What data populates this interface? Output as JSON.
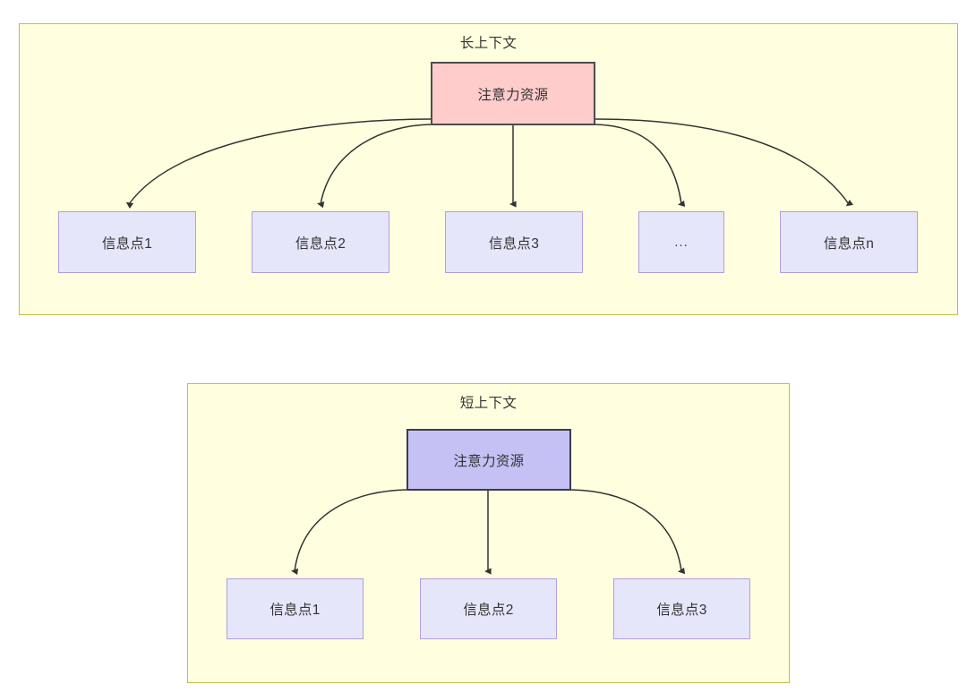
{
  "diagram": {
    "type": "flowchart",
    "panels": [
      {
        "id": "long-context",
        "title": "长上下文",
        "root": {
          "label": "注意力资源",
          "fill": "#FFCCCC",
          "stroke": "#4D4D4D"
        },
        "leaf_fill": "#E6E6FA",
        "leaf_stroke": "#B39DDB",
        "panel_fill": "#FFFFE0",
        "panel_stroke": "#BFBF45",
        "leaves": [
          {
            "label": "信息点1"
          },
          {
            "label": "信息点2"
          },
          {
            "label": "信息点3"
          },
          {
            "label": "..."
          },
          {
            "label": "信息点n"
          }
        ]
      },
      {
        "id": "short-context",
        "title": "短上下文",
        "root": {
          "label": "注意力资源",
          "fill": "#C5C1F5",
          "stroke": "#3C3C4D"
        },
        "leaf_fill": "#E6E6FA",
        "leaf_stroke": "#B39DDB",
        "panel_fill": "#FFFFE0",
        "panel_stroke": "#BFBF45",
        "leaves": [
          {
            "label": "信息点1"
          },
          {
            "label": "信息点2"
          },
          {
            "label": "信息点3"
          }
        ]
      }
    ],
    "edge_color": "#333333"
  }
}
